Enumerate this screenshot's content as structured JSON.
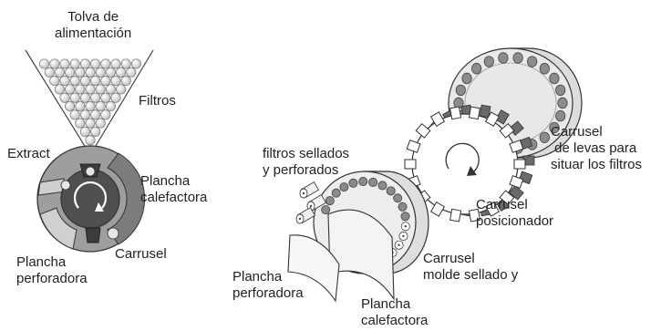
{
  "labels": {
    "tolva": "Tolva de\nalimentación",
    "filtros": "Filtros",
    "extract": "Extract",
    "plancha_calefactora_left": "Plancha\ncalefactora",
    "carrusel_left": "Carrusel",
    "plancha_perforadora_left": "Plancha\nperforadora",
    "filtros_sellados": "filtros sellados\ny perforados",
    "carrusel_levas": "Carrusel\n de levas para\nsituar los filtros",
    "carrusel_posicionador": "Carrusel\nposicionador",
    "carrusel_molde": "Carrusel\nmolde sellado y",
    "plancha_perforadora_right": "Plancha\nperforadora",
    "plancha_calefactora_right": "Plancha\ncalefactora"
  },
  "colors": {
    "line": "#444444",
    "dark_gray": "#555555",
    "mid_gray": "#8a8a8a",
    "light_gray": "#bdbdbd",
    "filter_fill": "#d9d9d9"
  }
}
